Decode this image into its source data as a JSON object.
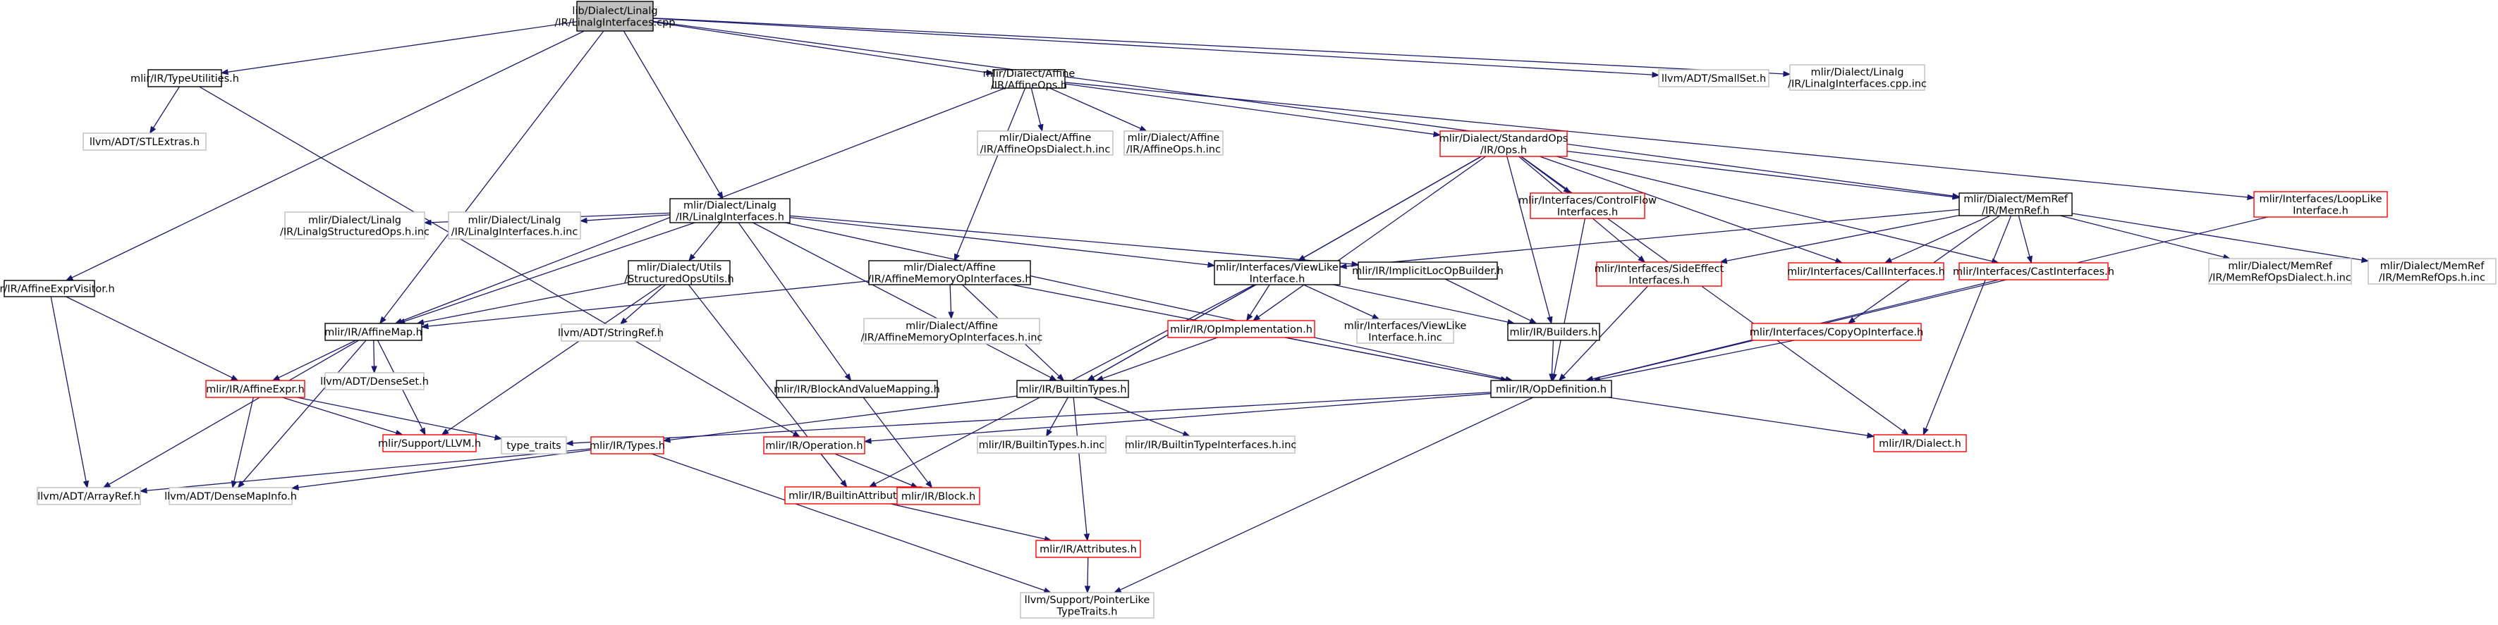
{
  "graph": {
    "root_fill": "#bfbfbf",
    "edge_color": "#191970",
    "style_colors": {
      "plain": "#000000",
      "missing": "#bfbfbf",
      "truncated": "#ff0000"
    },
    "nodes": [
      {
        "id": "root",
        "lines": [
          "lib/Dialect/Linalg",
          "/IR/LinalgInterfaces.cpp"
        ],
        "style": "root"
      },
      {
        "id": "typeutil",
        "lines": [
          "mlir/IR/TypeUtilities.h"
        ],
        "style": "plain"
      },
      {
        "id": "affinevis",
        "lines": [
          "mlir/IR/AffineExprVisitor.h"
        ],
        "style": "plain"
      },
      {
        "id": "affineops",
        "lines": [
          "mlir/Dialect/Affine",
          "/IR/AffineOps.h"
        ],
        "style": "plain"
      },
      {
        "id": "smallset",
        "lines": [
          "llvm/ADT/SmallSet.h"
        ],
        "style": "missing"
      },
      {
        "id": "lininc",
        "lines": [
          "mlir/Dialect/Linalg",
          "/IR/LinalgInterfaces.cpp.inc"
        ],
        "style": "missing"
      },
      {
        "id": "stlextras",
        "lines": [
          "llvm/ADT/STLExtras.h"
        ],
        "style": "missing"
      },
      {
        "id": "affdialinc",
        "lines": [
          "mlir/Dialect/Affine",
          "/IR/AffineOpsDialect.h.inc"
        ],
        "style": "missing"
      },
      {
        "id": "affopsinc",
        "lines": [
          "mlir/Dialect/Affine",
          "/IR/AffineOps.h.inc"
        ],
        "style": "missing"
      },
      {
        "id": "stdops",
        "lines": [
          "mlir/Dialect/StandardOps",
          "/IR/Ops.h"
        ],
        "style": "truncated"
      },
      {
        "id": "linintf",
        "lines": [
          "mlir/Dialect/Linalg",
          "/IR/LinalgInterfaces.h"
        ],
        "style": "plain"
      },
      {
        "id": "memref",
        "lines": [
          "mlir/Dialect/MemRef",
          "/IR/MemRef.h"
        ],
        "style": "plain"
      },
      {
        "id": "loopintf",
        "lines": [
          "mlir/Interfaces/LoopLike",
          "Interface.h"
        ],
        "style": "truncated"
      },
      {
        "id": "cfintf",
        "lines": [
          "mlir/Interfaces/ControlFlow",
          "Interfaces.h"
        ],
        "style": "truncated"
      },
      {
        "id": "linstructinc",
        "lines": [
          "mlir/Dialect/Linalg",
          "/IR/LinalgStructuredOps.h.inc"
        ],
        "style": "missing"
      },
      {
        "id": "linintfinc",
        "lines": [
          "mlir/Dialect/Linalg",
          "/IR/LinalgInterfaces.h.inc"
        ],
        "style": "missing"
      },
      {
        "id": "structutils",
        "lines": [
          "mlir/Dialect/Utils",
          "/StructuredOpsUtils.h"
        ],
        "style": "plain"
      },
      {
        "id": "affmemintf",
        "lines": [
          "mlir/Dialect/Affine",
          "/IR/AffineMemoryOpInterfaces.h"
        ],
        "style": "plain"
      },
      {
        "id": "viewlike",
        "lines": [
          "mlir/Interfaces/ViewLike",
          "Interface.h"
        ],
        "style": "plain"
      },
      {
        "id": "impllocb",
        "lines": [
          "mlir/IR/ImplicitLocOpBuilder.h"
        ],
        "style": "plain"
      },
      {
        "id": "sideeff",
        "lines": [
          "mlir/Interfaces/SideEffect",
          "Interfaces.h"
        ],
        "style": "truncated"
      },
      {
        "id": "callintf",
        "lines": [
          "mlir/Interfaces/CallInterfaces.h"
        ],
        "style": "truncated"
      },
      {
        "id": "castintf",
        "lines": [
          "mlir/Interfaces/CastInterfaces.h"
        ],
        "style": "truncated"
      },
      {
        "id": "memrefdialinc",
        "lines": [
          "mlir/Dialect/MemRef",
          "/IR/MemRefOpsDialect.h.inc"
        ],
        "style": "missing"
      },
      {
        "id": "memrefopsinc",
        "lines": [
          "mlir/Dialect/MemRef",
          "/IR/MemRefOps.h.inc"
        ],
        "style": "missing"
      },
      {
        "id": "affinemap",
        "lines": [
          "mlir/IR/AffineMap.h"
        ],
        "style": "plain"
      },
      {
        "id": "stringref",
        "lines": [
          "llvm/ADT/StringRef.h"
        ],
        "style": "missing"
      },
      {
        "id": "affmeminc",
        "lines": [
          "mlir/Dialect/Affine",
          "/IR/AffineMemoryOpInterfaces.h.inc"
        ],
        "style": "missing"
      },
      {
        "id": "opimpl",
        "lines": [
          "mlir/IR/OpImplementation.h"
        ],
        "style": "truncated"
      },
      {
        "id": "viewlikeinc",
        "lines": [
          "mlir/Interfaces/ViewLike",
          "Interface.h.inc"
        ],
        "style": "missing"
      },
      {
        "id": "builders",
        "lines": [
          "mlir/IR/Builders.h"
        ],
        "style": "plain"
      },
      {
        "id": "copyop",
        "lines": [
          "mlir/Interfaces/CopyOpInterface.h"
        ],
        "style": "truncated"
      },
      {
        "id": "densest",
        "lines": [
          "llvm/ADT/DenseSet.h"
        ],
        "style": "missing"
      },
      {
        "id": "affexpr",
        "lines": [
          "mlir/IR/AffineExpr.h"
        ],
        "style": "truncated"
      },
      {
        "id": "bavm",
        "lines": [
          "mlir/IR/BlockAndValueMapping.h"
        ],
        "style": "plain"
      },
      {
        "id": "builtintypes",
        "lines": [
          "mlir/IR/BuiltinTypes.h"
        ],
        "style": "plain"
      },
      {
        "id": "opdef",
        "lines": [
          "mlir/IR/OpDefinition.h"
        ],
        "style": "plain"
      },
      {
        "id": "typetraits",
        "lines": [
          "type_traits"
        ],
        "style": "missing"
      },
      {
        "id": "supllvm",
        "lines": [
          "mlir/Support/LLVM.h"
        ],
        "style": "truncated"
      },
      {
        "id": "types",
        "lines": [
          "mlir/IR/Types.h"
        ],
        "style": "truncated"
      },
      {
        "id": "operation",
        "lines": [
          "mlir/IR/Operation.h"
        ],
        "style": "truncated"
      },
      {
        "id": "btinc",
        "lines": [
          "mlir/IR/BuiltinTypes.h.inc"
        ],
        "style": "missing"
      },
      {
        "id": "btiinc",
        "lines": [
          "mlir/IR/BuiltinTypeInterfaces.h.inc"
        ],
        "style": "missing"
      },
      {
        "id": "dialect",
        "lines": [
          "mlir/IR/Dialect.h"
        ],
        "style": "truncated"
      },
      {
        "id": "arrayref",
        "lines": [
          "llvm/ADT/ArrayRef.h"
        ],
        "style": "missing"
      },
      {
        "id": "densemapinfo",
        "lines": [
          "llvm/ADT/DenseMapInfo.h"
        ],
        "style": "missing"
      },
      {
        "id": "builtinattr",
        "lines": [
          "mlir/IR/BuiltinAttributes.h"
        ],
        "style": "truncated"
      },
      {
        "id": "block",
        "lines": [
          "mlir/IR/Block.h"
        ],
        "style": "truncated"
      },
      {
        "id": "attributes",
        "lines": [
          "mlir/IR/Attributes.h"
        ],
        "style": "truncated"
      },
      {
        "id": "pointerlike",
        "lines": [
          "llvm/Support/PointerLike",
          "TypeTraits.h"
        ],
        "style": "missing"
      }
    ],
    "edges": [
      [
        "root",
        "typeutil"
      ],
      [
        "root",
        "affinevis"
      ],
      [
        "root",
        "affinemap"
      ],
      [
        "root",
        "affineops"
      ],
      [
        "root",
        "linintf"
      ],
      [
        "root",
        "memref"
      ],
      [
        "root",
        "smallset"
      ],
      [
        "root",
        "lininc"
      ],
      [
        "typeutil",
        "stlextras"
      ],
      [
        "typeutil",
        "operation"
      ],
      [
        "affinevis",
        "affexpr"
      ],
      [
        "affinevis",
        "arrayref"
      ],
      [
        "affineops",
        "affdialinc"
      ],
      [
        "affineops",
        "affopsinc"
      ],
      [
        "affineops",
        "stdops"
      ],
      [
        "affineops",
        "affmemintf"
      ],
      [
        "affineops",
        "loopintf"
      ],
      [
        "affineops",
        "affinemap"
      ],
      [
        "stdops",
        "cfintf"
      ],
      [
        "stdops",
        "sideeff"
      ],
      [
        "stdops",
        "callintf"
      ],
      [
        "stdops",
        "castintf"
      ],
      [
        "stdops",
        "viewlike"
      ],
      [
        "stdops",
        "opimpl"
      ],
      [
        "stdops",
        "builders"
      ],
      [
        "stdops",
        "builtintypes"
      ],
      [
        "stdops",
        "dialect"
      ],
      [
        "stdops",
        "memref"
      ],
      [
        "linintf",
        "linstructinc"
      ],
      [
        "linintf",
        "linintfinc"
      ],
      [
        "linintf",
        "structutils"
      ],
      [
        "linintf",
        "affinemap"
      ],
      [
        "linintf",
        "bavm"
      ],
      [
        "linintf",
        "builtintypes"
      ],
      [
        "linintf",
        "impllocb"
      ],
      [
        "linintf",
        "viewlike"
      ],
      [
        "linintf",
        "opdef"
      ],
      [
        "memref",
        "viewlike"
      ],
      [
        "memref",
        "callintf"
      ],
      [
        "memref",
        "castintf"
      ],
      [
        "memref",
        "copyop"
      ],
      [
        "memref",
        "sideeff"
      ],
      [
        "memref",
        "memrefdialinc"
      ],
      [
        "memref",
        "memrefopsinc"
      ],
      [
        "memref",
        "dialect"
      ],
      [
        "loopintf",
        "opdef"
      ],
      [
        "cfintf",
        "opdef"
      ],
      [
        "sideeff",
        "opdef"
      ],
      [
        "castintf",
        "opdef"
      ],
      [
        "copyop",
        "opdef"
      ],
      [
        "structutils",
        "affinemap"
      ],
      [
        "structutils",
        "stringref"
      ],
      [
        "structutils",
        "supllvm"
      ],
      [
        "structutils",
        "builtinattr"
      ],
      [
        "affmemintf",
        "affinemap"
      ],
      [
        "affmemintf",
        "affmeminc"
      ],
      [
        "affmemintf",
        "builtintypes"
      ],
      [
        "affmemintf",
        "opdef"
      ],
      [
        "viewlike",
        "opimpl"
      ],
      [
        "viewlike",
        "viewlikeinc"
      ],
      [
        "viewlike",
        "builders"
      ],
      [
        "viewlike",
        "builtintypes"
      ],
      [
        "viewlike",
        "builtinattr"
      ],
      [
        "impllocb",
        "builders"
      ],
      [
        "builders",
        "opdef"
      ],
      [
        "opimpl",
        "builtintypes"
      ],
      [
        "opimpl",
        "opdef"
      ],
      [
        "affinemap",
        "affexpr"
      ],
      [
        "affinemap",
        "densest"
      ],
      [
        "affinemap",
        "supllvm"
      ],
      [
        "affinemap",
        "arrayref"
      ],
      [
        "affinemap",
        "densemapinfo"
      ],
      [
        "affexpr",
        "supllvm"
      ],
      [
        "affexpr",
        "typetraits"
      ],
      [
        "affexpr",
        "densemapinfo"
      ],
      [
        "bavm",
        "block"
      ],
      [
        "builtintypes",
        "types"
      ],
      [
        "builtintypes",
        "btinc"
      ],
      [
        "builtintypes",
        "btiinc"
      ],
      [
        "builtintypes",
        "attributes"
      ],
      [
        "opdef",
        "operation"
      ],
      [
        "opdef",
        "dialect"
      ],
      [
        "opdef",
        "typetraits"
      ],
      [
        "opdef",
        "pointerlike"
      ],
      [
        "types",
        "arrayref"
      ],
      [
        "types",
        "densemapinfo"
      ],
      [
        "types",
        "pointerlike"
      ],
      [
        "operation",
        "builtinattr"
      ],
      [
        "operation",
        "block"
      ],
      [
        "builtinattr",
        "attributes"
      ],
      [
        "attributes",
        "pointerlike"
      ]
    ]
  }
}
